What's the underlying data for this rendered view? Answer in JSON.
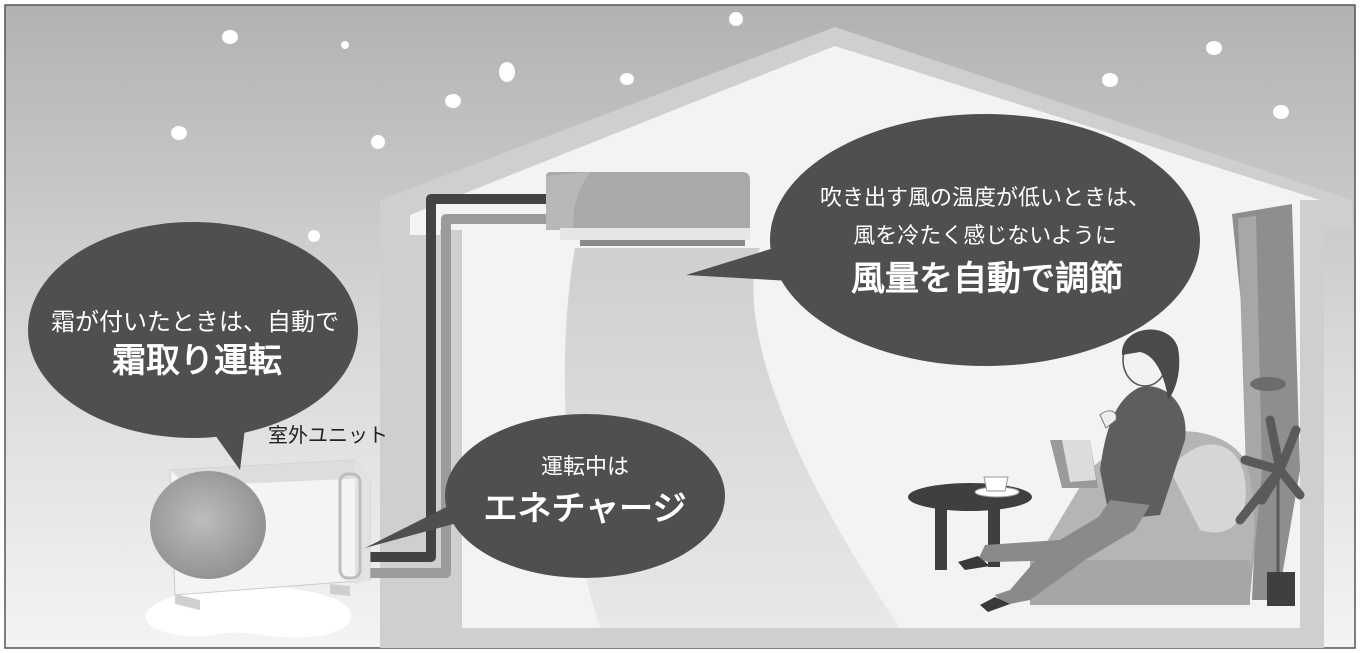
{
  "bubbles": {
    "frost": {
      "line1": "霜が付いたときは、自動で",
      "line2": "霜取り運転"
    },
    "wind": {
      "line1": "吹き出す風の温度が低いときは、",
      "line2": "風を冷たく感じないように",
      "line3": "風量を自動で調節"
    },
    "energy": {
      "line1": "運転中は",
      "line2": "エネチャージ"
    }
  },
  "labels": {
    "outdoor_unit": "室外ユニット"
  },
  "colors": {
    "sky_top": "#b4b4b4",
    "bubble": "#4f4f4f",
    "house_outline": "#cfcfcf",
    "interior": "#f2f2f2",
    "pipe_dark": "#444444",
    "pipe_light": "#9a9a9a"
  }
}
